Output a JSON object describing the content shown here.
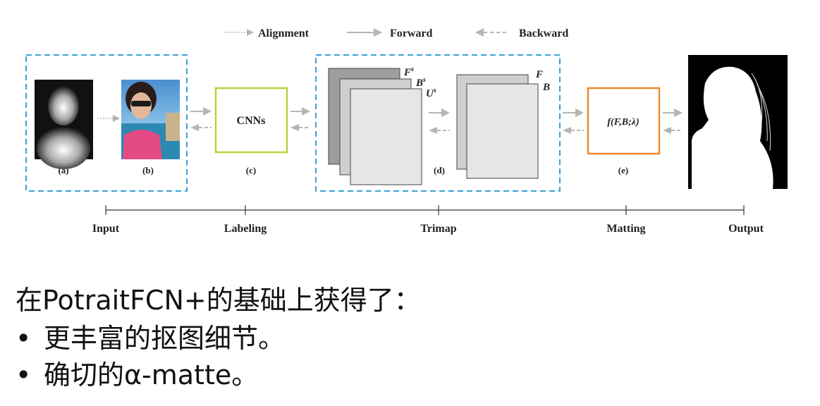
{
  "legend": {
    "alignment": "Alignment",
    "forward": "Forward",
    "backward": "Backward"
  },
  "nodes": {
    "cnns": "CNNs",
    "fs": "F",
    "fs_sup": "s",
    "bs": "B",
    "bs_sup": "s",
    "us": "U",
    "us_sup": "s",
    "f": "F",
    "b": "B",
    "matting_func": "f(F,B;λ)"
  },
  "panel_labels": {
    "a": "(a)",
    "b": "(b)",
    "c": "(c)",
    "d": "(d)",
    "e": "(e)"
  },
  "stages": [
    "Input",
    "Labeling",
    "Trimap",
    "Matting",
    "Output"
  ],
  "colors": {
    "dashed_box": "#3aa0d8",
    "cnn_box": "#b9d23a",
    "matting_box": "#ee8a2e",
    "arrow": "#b5b5b5"
  },
  "text": {
    "heading": "在PotraitFCN+的基础上获得了：",
    "bullets": [
      "更丰富的抠图细节。",
      "确切的α-matte。"
    ]
  }
}
